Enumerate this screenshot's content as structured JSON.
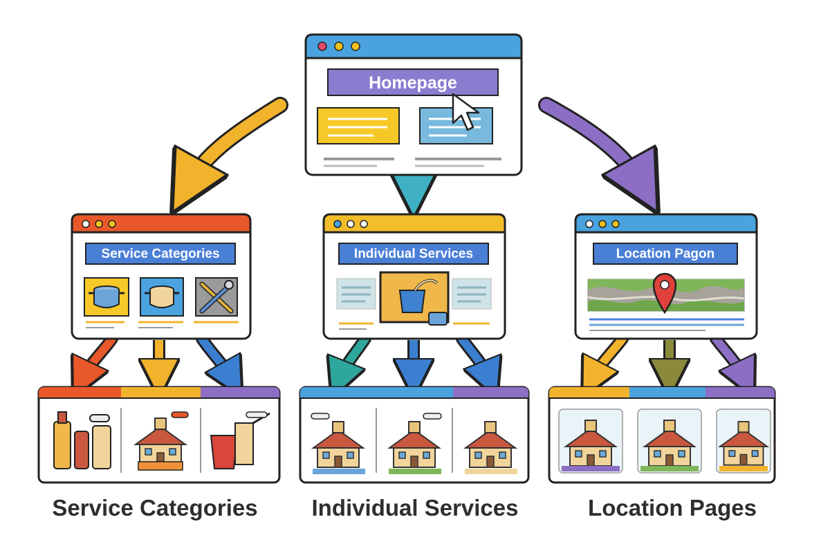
{
  "homepage": {
    "label": "Homepage",
    "colors": {
      "titlebar": "#4aa3df",
      "label_bg": "#8c7ccf",
      "card_left": "#f6c928",
      "card_right": "#78b9dd"
    }
  },
  "mid_windows": [
    {
      "label": "Service Categories",
      "titlebar": "#e8582b"
    },
    {
      "label": "Individual Services",
      "titlebar": "#f2bd2a"
    },
    {
      "label": "Location Pagon",
      "titlebar": "#4aa3df"
    }
  ],
  "captions": {
    "left": "Service Categories",
    "center": "Individual Services",
    "right": "Location Pages"
  },
  "arrow_colors": {
    "home_left": "#f2b32c",
    "home_center": "#3fb1c2",
    "home_right": "#8c6fc4",
    "orange": "#e8582b",
    "yellow": "#f2b32c",
    "blue": "#3b7fd1",
    "teal": "#2fa69c",
    "purple": "#8c6fc4",
    "olive": "#8b8a3a"
  },
  "icons": [
    "cooking-pot-icon",
    "tools-icon",
    "map-pin-icon",
    "cursor-icon",
    "house-icon"
  ]
}
